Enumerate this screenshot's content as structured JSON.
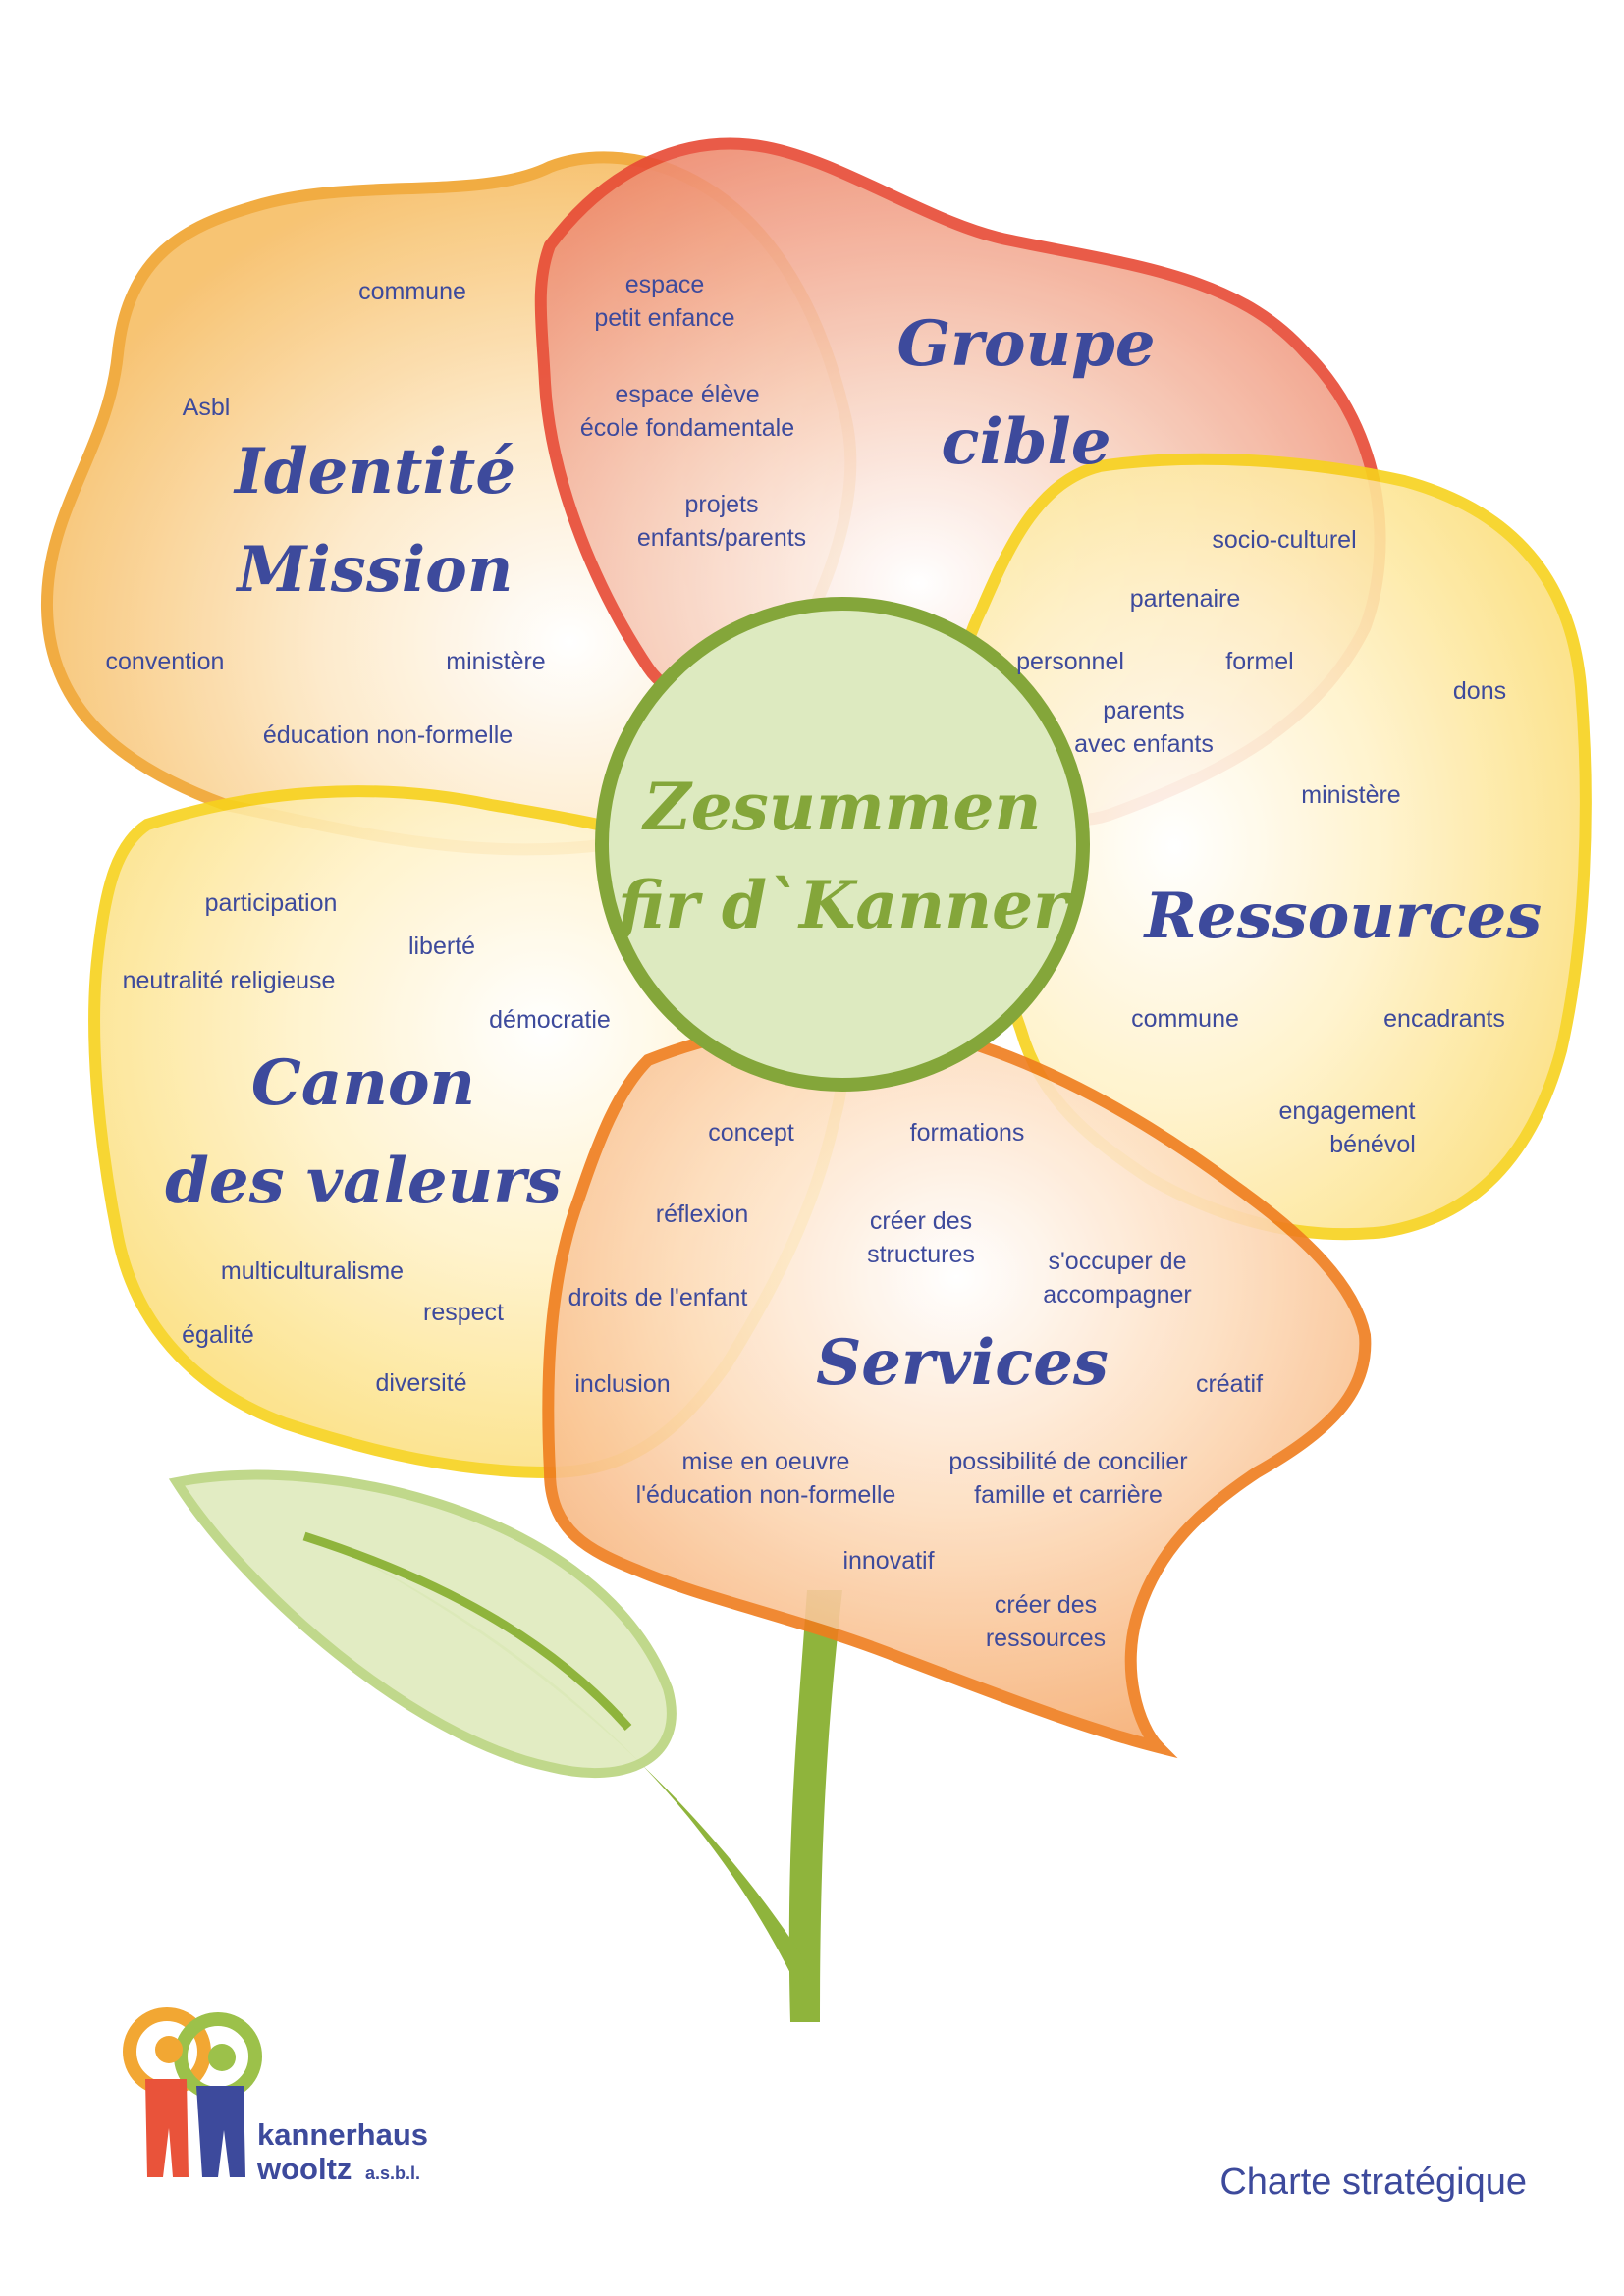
{
  "center": {
    "line1": "Zesummen",
    "line2": "fir d`Kanner"
  },
  "petals": {
    "identite": {
      "title1": "Identité",
      "title2": "Mission",
      "keywords": [
        "commune",
        "Asbl",
        "convention",
        "ministère",
        "éducation non-formelle"
      ]
    },
    "groupe": {
      "title1": "Groupe",
      "title2": "cible",
      "keywords": [
        [
          "espace",
          "petit enfance"
        ],
        [
          "espace élève",
          "école fondamentale"
        ],
        [
          "projets",
          "enfants/parents"
        ]
      ]
    },
    "ressources": {
      "title": "Ressources",
      "keywords": [
        "socio-culturel",
        "partenaire",
        "personnel",
        "formel",
        [
          "parents",
          "avec enfants"
        ],
        "dons",
        "ministère",
        "commune",
        "encadrants",
        [
          "engagement",
          "bénévol"
        ]
      ]
    },
    "canon": {
      "title1": "Canon",
      "title2": "des valeurs",
      "keywords": [
        "participation",
        "liberté",
        "neutralité religieuse",
        "démocratie",
        "multiculturalisme",
        "respect",
        "égalité",
        "diversité"
      ]
    },
    "services": {
      "title": "Services",
      "keywords": [
        "concept",
        "réflexion",
        "droits de l'enfant",
        "inclusion",
        "formations",
        [
          "créer des",
          "structures"
        ],
        [
          "s'occuper de",
          "accompagner"
        ],
        "créatif",
        [
          "mise en oeuvre",
          "l'éducation non-formelle"
        ],
        [
          "possibilité de concilier",
          "famille et carrière"
        ],
        "innovatif",
        [
          "créer des",
          "ressources"
        ]
      ]
    }
  },
  "logo": {
    "name1": "kannerhaus",
    "name2": "wooltz",
    "suffix": "a.s.b.l."
  },
  "footer": {
    "charte": "Charte stratégique"
  },
  "colors": {
    "yellow": "#f5d52a",
    "orange": "#f2a733",
    "red": "#e9533a",
    "green": "#84a63a",
    "blue": "#3d4a9c"
  }
}
